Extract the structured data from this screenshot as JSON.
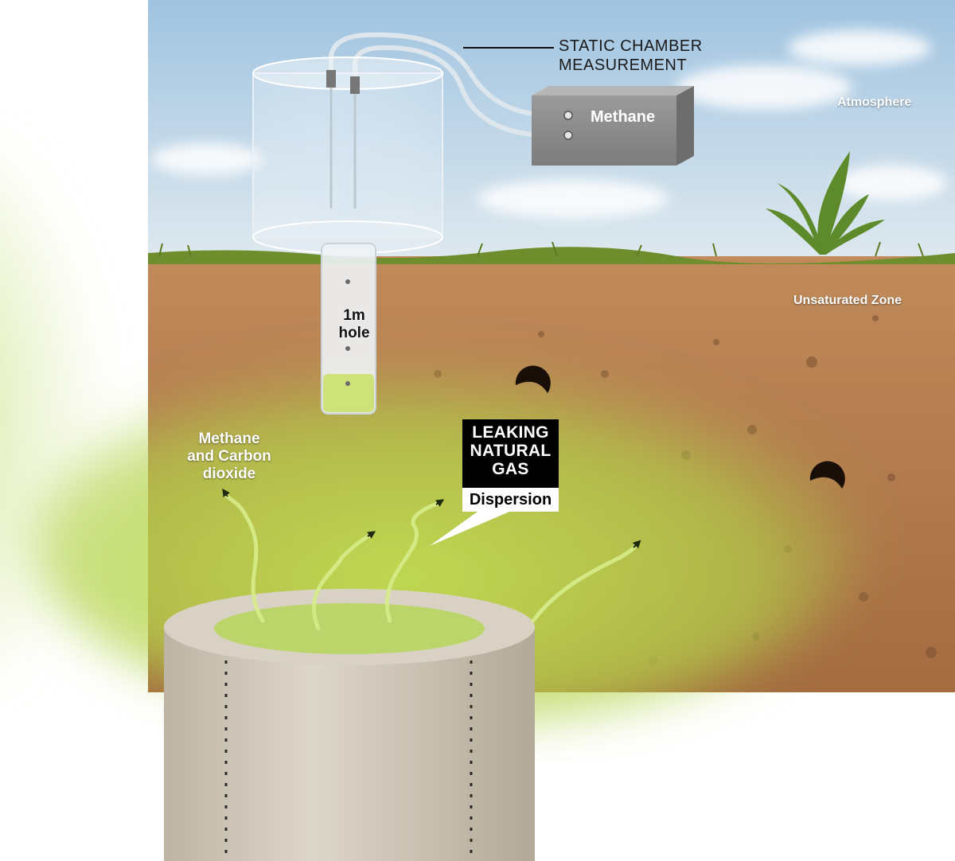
{
  "labels": {
    "atmosphere": "Atmosphere",
    "unsaturated_zone": "Unsaturated Zone",
    "static_chamber_line1": "STATIC CHAMBER",
    "static_chamber_line2": "MEASUREMENT",
    "methane_box": "Methane",
    "hole_line1": "1m",
    "hole_line2": "hole",
    "gases_line1": "Methane",
    "gases_line2": "and Carbon",
    "gases_line3": "dioxide",
    "leak_line1": "LEAKING",
    "leak_line2": "NATURAL",
    "leak_line3": "GAS",
    "dispersion": "Dispersion"
  },
  "colors": {
    "sky_top": "#a9c9e3",
    "sky_bottom": "#d8e6ef",
    "soil": "#b27a4e",
    "soil_dark": "#8b5a33",
    "grass": "#6f8f2f",
    "gas": "#b9db4a",
    "concrete": "#d3cbbd",
    "box": "#8d8d8d"
  }
}
